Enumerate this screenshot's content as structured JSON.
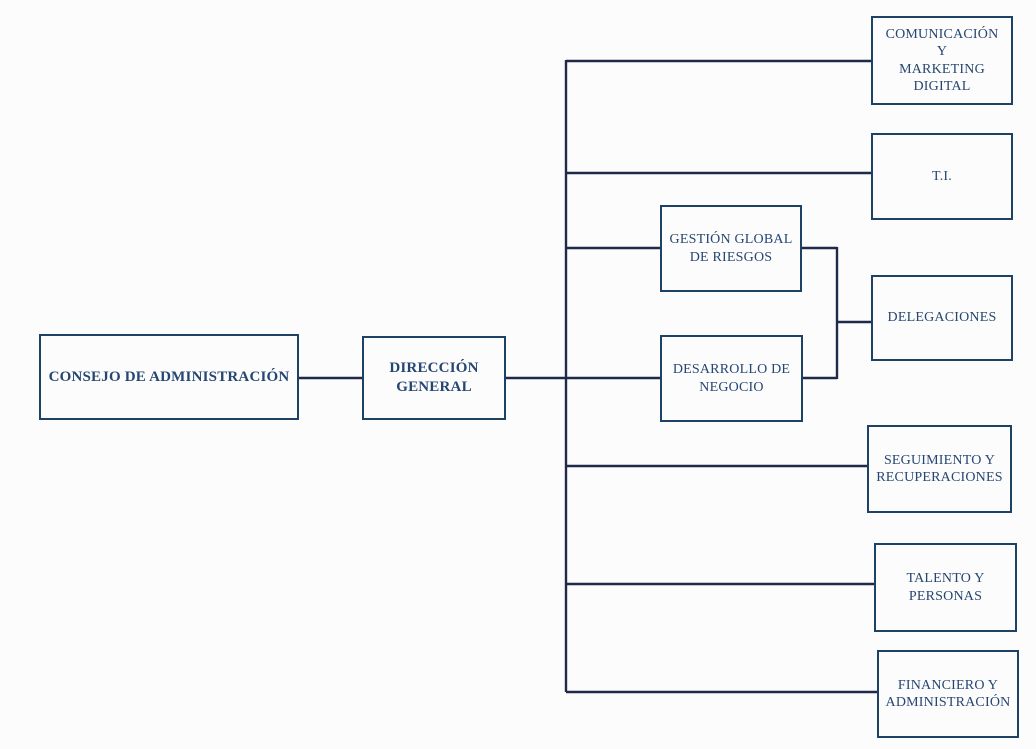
{
  "diagram": {
    "type": "org-chart",
    "language": "es",
    "colors": {
      "background": "#fcfcfd",
      "box_border": "#1e4266",
      "text": "#264672",
      "connector_line": "#20294a"
    },
    "nodes": {
      "consejo": {
        "label": "CONSEJO DE ADMINISTRACIÓN"
      },
      "direccion": {
        "label": "DIRECCIÓN\nGENERAL"
      },
      "comunicacion": {
        "label": "COMUNICACIÓN Y\nMARKETING\nDIGITAL"
      },
      "ti": {
        "label": "T.I."
      },
      "gestion": {
        "label": "GESTIÓN GLOBAL\nDE RIESGOS"
      },
      "desarrollo": {
        "label": "DESARROLLO DE\nNEGOCIO"
      },
      "delegaciones": {
        "label": "DELEGACIONES"
      },
      "seguimiento": {
        "label": "SEGUIMIENTO Y\nRECUPERACIONES"
      },
      "talento": {
        "label": "TALENTO Y\nPERSONAS"
      },
      "financiero": {
        "label": "FINANCIERO Y\nADMINISTRACIÓN"
      }
    },
    "edges": [
      {
        "from": "consejo",
        "to": "direccion"
      },
      {
        "from": "direccion",
        "to": "comunicacion"
      },
      {
        "from": "direccion",
        "to": "ti"
      },
      {
        "from": "direccion",
        "to": "gestion"
      },
      {
        "from": "direccion",
        "to": "desarrollo"
      },
      {
        "from": "direccion",
        "to": "seguimiento"
      },
      {
        "from": "direccion",
        "to": "talento"
      },
      {
        "from": "direccion",
        "to": "financiero"
      },
      {
        "from": "gestion",
        "to": "delegaciones"
      },
      {
        "from": "desarrollo",
        "to": "delegaciones"
      }
    ]
  }
}
